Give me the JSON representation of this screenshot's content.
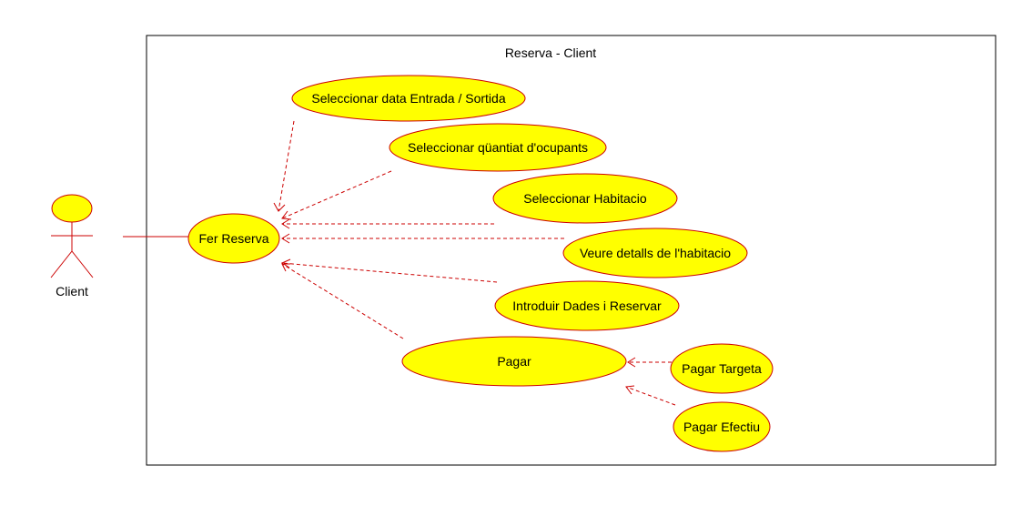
{
  "system": {
    "title": "Reserva - Client"
  },
  "actor": {
    "name": "Client"
  },
  "use_cases": {
    "fer_reserva": "Fer Reserva",
    "seleccionar_data": "Seleccionar data Entrada / Sortida",
    "seleccionar_ocupants": "Seleccionar qüantiat d'ocupants",
    "seleccionar_habitacio": "Seleccionar Habitacio",
    "veure_detalls": "Veure detalls de l'habitacio",
    "introduir_dades": "Introduir Dades i Reservar",
    "pagar": "Pagar",
    "pagar_targeta": "Pagar Targeta",
    "pagar_efectiu": "Pagar Efectiu"
  },
  "colors": {
    "usecase_fill": "#ffff00",
    "usecase_stroke": "#cc0000",
    "boundary_stroke": "#000000"
  }
}
